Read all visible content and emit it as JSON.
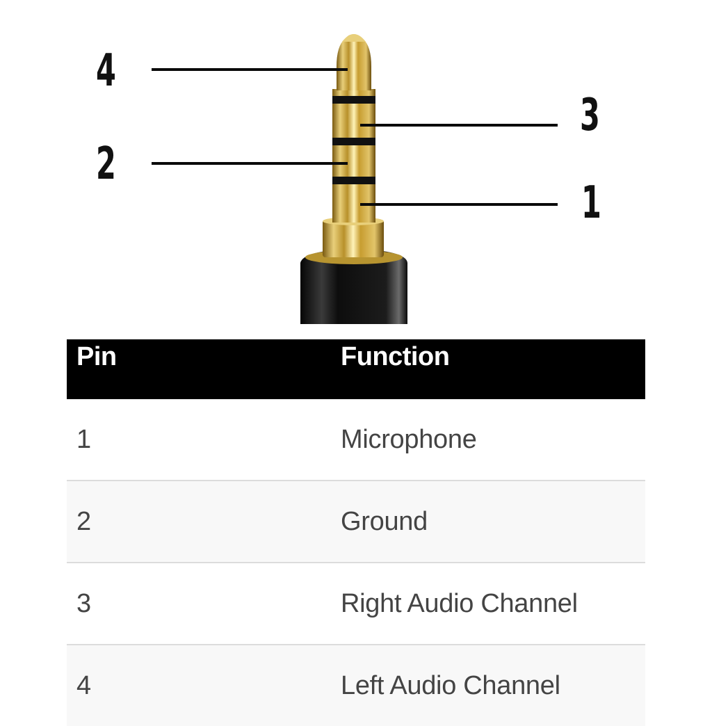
{
  "diagram": {
    "subject": "4-pole TRRS audio plug",
    "colors": {
      "gold": "#c9a236",
      "insulator": "#111111",
      "sleeve": "#1a1a1a"
    },
    "callouts": [
      {
        "label": "4",
        "side": "left"
      },
      {
        "label": "3",
        "side": "right"
      },
      {
        "label": "2",
        "side": "left"
      },
      {
        "label": "1",
        "side": "right"
      }
    ]
  },
  "table": {
    "headers": {
      "pin": "Pin",
      "function": "Function"
    },
    "rows": [
      {
        "pin": "1",
        "function": "Microphone"
      },
      {
        "pin": "2",
        "function": "Ground"
      },
      {
        "pin": "3",
        "function": "Right Audio Channel"
      },
      {
        "pin": "4",
        "function": "Left Audio Channel"
      }
    ],
    "colors": {
      "header_bg": "#000000",
      "header_text": "#ffffff",
      "row_text": "#444444",
      "alt_row_bg": "#f8f8f8",
      "divider": "#dcdcdc"
    }
  }
}
